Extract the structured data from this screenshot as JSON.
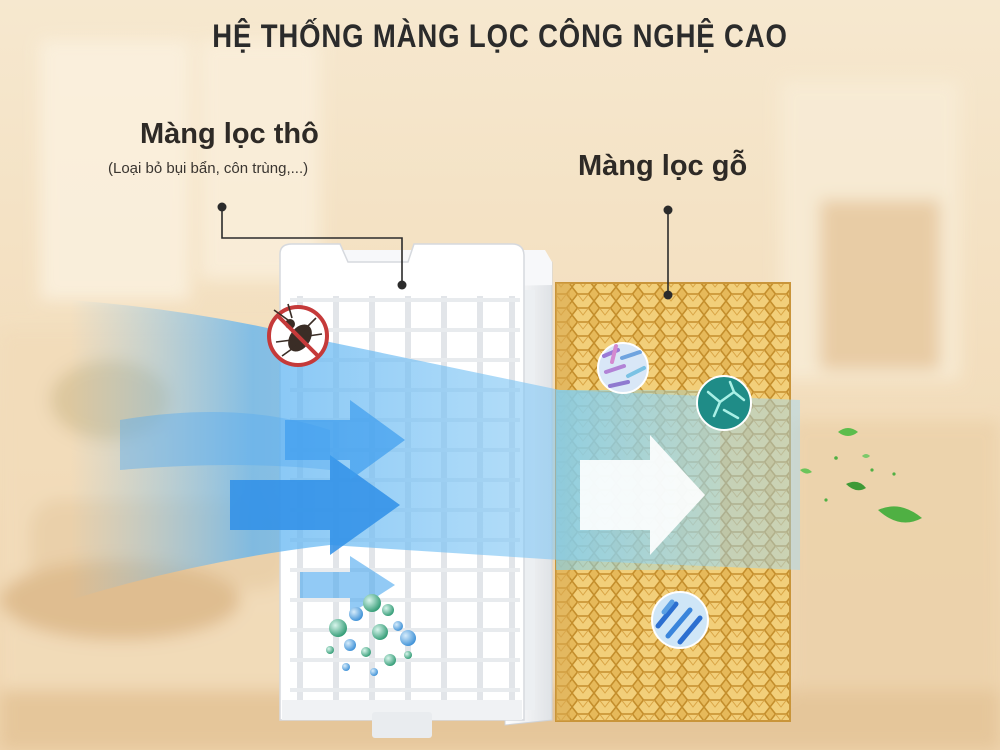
{
  "heading": "HỆ THỐNG MÀNG LỌC CÔNG NGHỆ CAO",
  "coarse_filter": {
    "title": "Màng lọc thô",
    "description": "(Loại bỏ bụi bẩn, côn trùng,...)"
  },
  "wood_filter": {
    "title": "Màng lọc gỗ"
  },
  "icons": [
    "no-insect-icon",
    "bacteria-icon",
    "mold-spore-icon",
    "pollen-icon",
    "dust-particles-icon",
    "leaf-icon",
    "airflow-arrow-icon"
  ],
  "colors": {
    "background": "#f3dfbf",
    "airflow": "#3aa0f0",
    "wood_pad": "#e0b04a",
    "text": "#2b2b2b"
  }
}
